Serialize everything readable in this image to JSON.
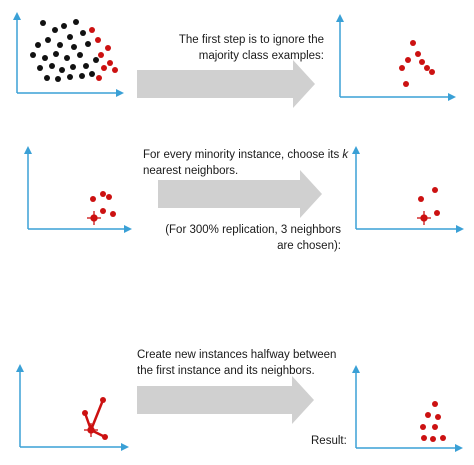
{
  "colors": {
    "axis": "#3aa0d6",
    "majority": "#111111",
    "minority": "#cc1111",
    "arrow": "#d0d0d0"
  },
  "rows": [
    {
      "caption": "The first step is to ignore the majority class examples:"
    },
    {
      "caption_prefix": "For every minority instance, choose its ",
      "caption_italic": "k",
      "caption_suffix": " nearest neighbors.",
      "note": "(For 300% replication, 3 neighbors are chosen):"
    },
    {
      "caption": "Create new instances halfway between the first instance and its neighbors.",
      "result_label": "Result:"
    }
  ]
}
